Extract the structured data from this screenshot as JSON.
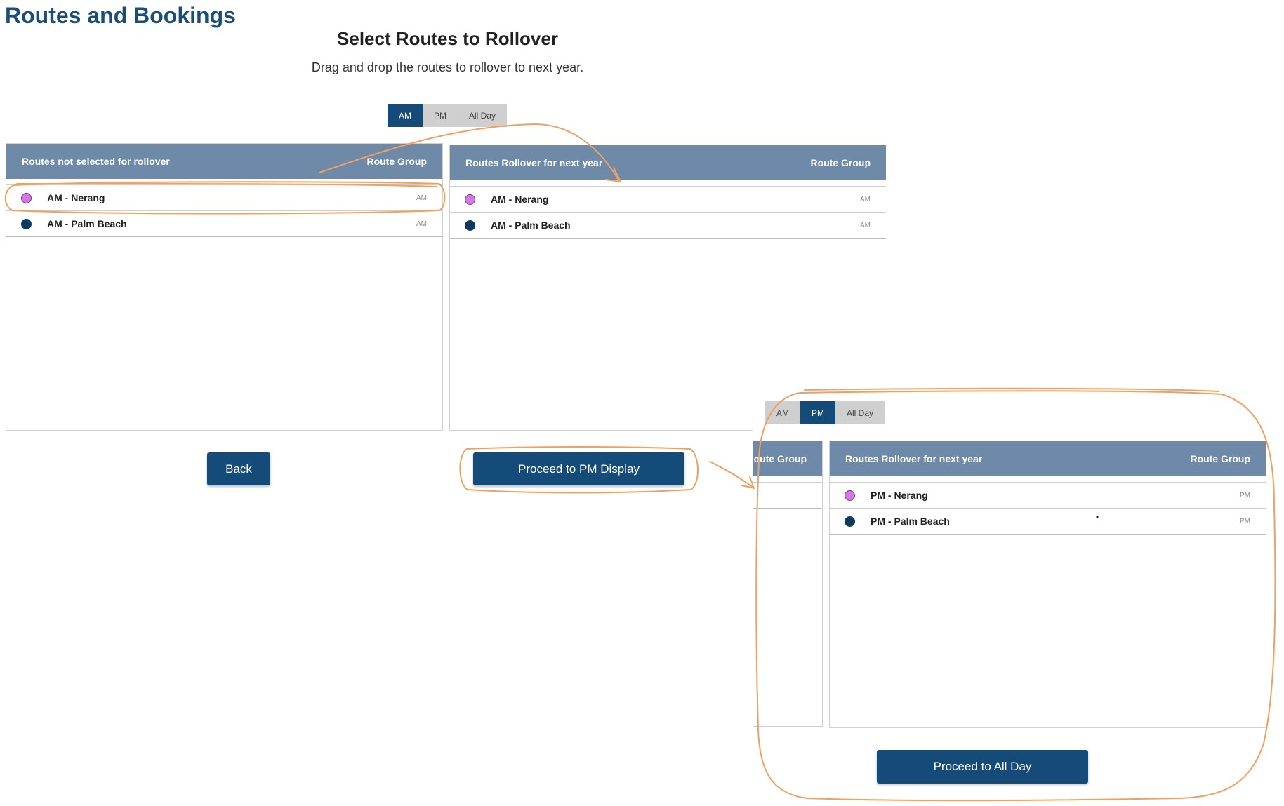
{
  "app_title": "Routes and Bookings",
  "section_title": "Select Routes to Rollover",
  "subtitle": "Drag and drop the routes to rollover to next year.",
  "toggle": [
    "AM",
    "PM",
    "All Day"
  ],
  "left_panel": {
    "header": "Routes not selected for rollover",
    "group_header": "Route Group",
    "rows": [
      {
        "name": "AM - Nerang",
        "group": "AM",
        "dot": "#d676e8"
      },
      {
        "name": "AM - Palm Beach",
        "group": "AM",
        "dot": "#0e3a5e"
      }
    ]
  },
  "right_panel": {
    "header": "Routes Rollover for next year",
    "group_header": "Route Group",
    "rows": [
      {
        "name": "AM - Nerang",
        "group": "AM",
        "dot": "#d676e8"
      },
      {
        "name": "AM - Palm Beach",
        "group": "AM",
        "dot": "#0e3a5e"
      }
    ]
  },
  "back_button": "Back",
  "proceed_pm_button": "Proceed to PM Display",
  "pm_view": {
    "partial_group_header": "oute Group",
    "toggle": [
      "AM",
      "PM",
      "All Day"
    ],
    "header": "Routes Rollover for next year",
    "group_header": "Route Group",
    "rows": [
      {
        "name": "PM - Nerang",
        "group": "PM",
        "dot": "#d676e8"
      },
      {
        "name": "PM - Palm Beach",
        "group": "PM",
        "dot": "#0e3a5e"
      }
    ],
    "proceed_button": "Proceed to All Day"
  },
  "colors": {
    "primary": "#154b78",
    "panel_header": "#6e8aa8",
    "annotation": "#f0a060",
    "toggle_inactive": "#cfcfcf"
  }
}
